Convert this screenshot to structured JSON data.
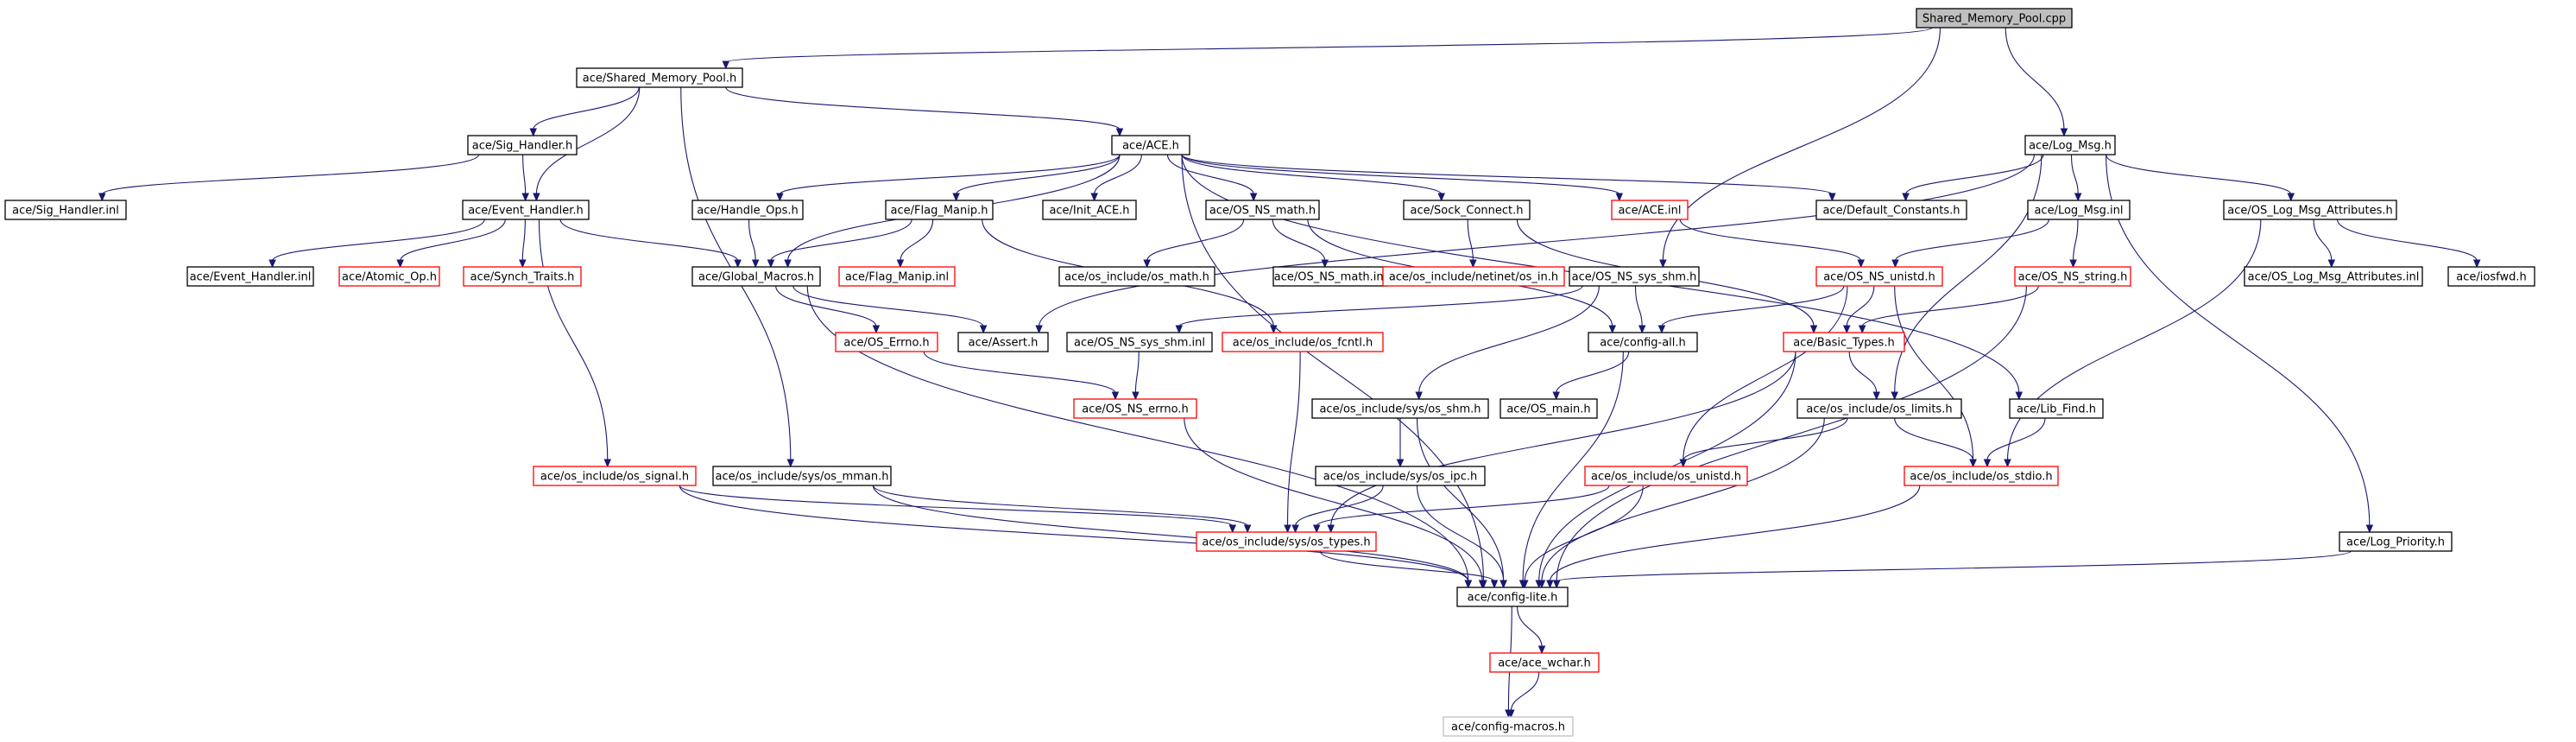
{
  "colors": {
    "edge": "#191970",
    "normal_border": "#000000",
    "incomplete_border": "#ff0000",
    "external_border": "#bfbfbf",
    "root_fill": "#bfbfbf",
    "text": "#000000",
    "background": "#ffffff"
  },
  "nodes": [
    {
      "id": "shared_memory_pool_cpp",
      "label": "Shared_Memory_Pool.cpp",
      "kind": "root"
    },
    {
      "id": "shared_memory_pool_h",
      "label": "ace/Shared_Memory_Pool.h",
      "kind": "normal"
    },
    {
      "id": "sig_handler_h",
      "label": "ace/Sig_Handler.h",
      "kind": "normal"
    },
    {
      "id": "ace_h",
      "label": "ace/ACE.h",
      "kind": "normal"
    },
    {
      "id": "log_msg_h",
      "label": "ace/Log_Msg.h",
      "kind": "normal"
    },
    {
      "id": "sig_handler_inl",
      "label": "ace/Sig_Handler.inl",
      "kind": "normal"
    },
    {
      "id": "event_handler_h",
      "label": "ace/Event_Handler.h",
      "kind": "normal"
    },
    {
      "id": "handle_ops_h",
      "label": "ace/Handle_Ops.h",
      "kind": "normal"
    },
    {
      "id": "flag_manip_h",
      "label": "ace/Flag_Manip.h",
      "kind": "normal"
    },
    {
      "id": "init_ace_h",
      "label": "ace/Init_ACE.h",
      "kind": "normal"
    },
    {
      "id": "os_ns_math_h",
      "label": "ace/OS_NS_math.h",
      "kind": "normal"
    },
    {
      "id": "sock_connect_h",
      "label": "ace/Sock_Connect.h",
      "kind": "normal"
    },
    {
      "id": "ace_inl",
      "label": "ace/ACE.inl",
      "kind": "incomplete"
    },
    {
      "id": "default_constants_h",
      "label": "ace/Default_Constants.h",
      "kind": "normal"
    },
    {
      "id": "log_msg_inl",
      "label": "ace/Log_Msg.inl",
      "kind": "normal"
    },
    {
      "id": "os_log_msg_attributes_h",
      "label": "ace/OS_Log_Msg_Attributes.h",
      "kind": "normal"
    },
    {
      "id": "event_handler_inl",
      "label": "ace/Event_Handler.inl",
      "kind": "normal"
    },
    {
      "id": "atomic_op_h",
      "label": "ace/Atomic_Op.h",
      "kind": "incomplete"
    },
    {
      "id": "synch_traits_h",
      "label": "ace/Synch_Traits.h",
      "kind": "incomplete"
    },
    {
      "id": "global_macros_h",
      "label": "ace/Global_Macros.h",
      "kind": "normal"
    },
    {
      "id": "flag_manip_inl",
      "label": "ace/Flag_Manip.inl",
      "kind": "incomplete"
    },
    {
      "id": "os_include_os_math_h",
      "label": "ace/os_include/os_math.h",
      "kind": "normal"
    },
    {
      "id": "os_ns_math_inl",
      "label": "ace/OS_NS_math.inl",
      "kind": "normal"
    },
    {
      "id": "os_include_netinet_os_in_h",
      "label": "ace/os_include/netinet/os_in.h",
      "kind": "incomplete"
    },
    {
      "id": "os_ns_sys_shm_h",
      "label": "ace/OS_NS_sys_shm.h",
      "kind": "normal"
    },
    {
      "id": "os_ns_unistd_h",
      "label": "ace/OS_NS_unistd.h",
      "kind": "incomplete"
    },
    {
      "id": "os_ns_string_h",
      "label": "ace/OS_NS_string.h",
      "kind": "incomplete"
    },
    {
      "id": "os_log_msg_attributes_inl",
      "label": "ace/OS_Log_Msg_Attributes.inl",
      "kind": "normal"
    },
    {
      "id": "iosfwd_h",
      "label": "ace/iosfwd.h",
      "kind": "normal"
    },
    {
      "id": "os_errno_h",
      "label": "ace/OS_Errno.h",
      "kind": "incomplete"
    },
    {
      "id": "assert_h",
      "label": "ace/Assert.h",
      "kind": "normal"
    },
    {
      "id": "os_ns_sys_shm_inl",
      "label": "ace/OS_NS_sys_shm.inl",
      "kind": "normal"
    },
    {
      "id": "os_include_os_fcntl_h",
      "label": "ace/os_include/os_fcntl.h",
      "kind": "incomplete"
    },
    {
      "id": "config_all_h",
      "label": "ace/config-all.h",
      "kind": "normal"
    },
    {
      "id": "basic_types_h",
      "label": "ace/Basic_Types.h",
      "kind": "incomplete"
    },
    {
      "id": "os_ns_errno_h",
      "label": "ace/OS_NS_errno.h",
      "kind": "incomplete"
    },
    {
      "id": "os_main_h",
      "label": "ace/OS_main.h",
      "kind": "normal"
    },
    {
      "id": "os_include_sys_os_shm_h",
      "label": "ace/os_include/sys/os_shm.h",
      "kind": "normal"
    },
    {
      "id": "os_include_os_limits_h",
      "label": "ace/os_include/os_limits.h",
      "kind": "normal"
    },
    {
      "id": "lib_find_h",
      "label": "ace/Lib_Find.h",
      "kind": "normal"
    },
    {
      "id": "os_include_os_signal_h",
      "label": "ace/os_include/os_signal.h",
      "kind": "incomplete"
    },
    {
      "id": "os_include_sys_os_mman_h",
      "label": "ace/os_include/sys/os_mman.h",
      "kind": "normal"
    },
    {
      "id": "os_include_sys_os_ipc_h",
      "label": "ace/os_include/sys/os_ipc.h",
      "kind": "normal"
    },
    {
      "id": "os_include_os_unistd_h",
      "label": "ace/os_include/os_unistd.h",
      "kind": "incomplete"
    },
    {
      "id": "os_include_os_stdio_h",
      "label": "ace/os_include/os_stdio.h",
      "kind": "incomplete"
    },
    {
      "id": "os_include_sys_os_types_h",
      "label": "ace/os_include/sys/os_types.h",
      "kind": "incomplete"
    },
    {
      "id": "log_priority_h",
      "label": "ace/Log_Priority.h",
      "kind": "normal"
    },
    {
      "id": "config_lite_h",
      "label": "ace/config-lite.h",
      "kind": "normal"
    },
    {
      "id": "ace_wchar_h",
      "label": "ace/ace_wchar.h",
      "kind": "incomplete"
    },
    {
      "id": "config_macros_h",
      "label": "ace/config-macros.h",
      "kind": "external"
    }
  ],
  "edges": [
    [
      "shared_memory_pool_cpp",
      "shared_memory_pool_h"
    ],
    [
      "shared_memory_pool_cpp",
      "log_msg_h"
    ],
    [
      "shared_memory_pool_cpp",
      "os_ns_sys_shm_h"
    ],
    [
      "shared_memory_pool_h",
      "sig_handler_h"
    ],
    [
      "shared_memory_pool_h",
      "ace_h"
    ],
    [
      "shared_memory_pool_h",
      "event_handler_h"
    ],
    [
      "shared_memory_pool_h",
      "os_include_sys_os_mman_h"
    ],
    [
      "sig_handler_h",
      "sig_handler_inl"
    ],
    [
      "sig_handler_h",
      "event_handler_h"
    ],
    [
      "event_handler_h",
      "event_handler_inl"
    ],
    [
      "event_handler_h",
      "atomic_op_h"
    ],
    [
      "event_handler_h",
      "synch_traits_h"
    ],
    [
      "event_handler_h",
      "global_macros_h"
    ],
    [
      "event_handler_h",
      "os_include_os_signal_h"
    ],
    [
      "ace_h",
      "handle_ops_h"
    ],
    [
      "ace_h",
      "flag_manip_h"
    ],
    [
      "ace_h",
      "init_ace_h"
    ],
    [
      "ace_h",
      "os_ns_math_h"
    ],
    [
      "ace_h",
      "sock_connect_h"
    ],
    [
      "ace_h",
      "ace_inl"
    ],
    [
      "ace_h",
      "default_constants_h"
    ],
    [
      "ace_h",
      "global_macros_h"
    ],
    [
      "ace_h",
      "lib_find_h"
    ],
    [
      "ace_h",
      "config_lite_h"
    ],
    [
      "handle_ops_h",
      "global_macros_h"
    ],
    [
      "flag_manip_h",
      "global_macros_h"
    ],
    [
      "flag_manip_h",
      "flag_manip_inl"
    ],
    [
      "flag_manip_h",
      "os_include_os_fcntl_h"
    ],
    [
      "os_ns_math_h",
      "os_include_os_math_h"
    ],
    [
      "os_ns_math_h",
      "os_ns_math_inl"
    ],
    [
      "os_ns_math_h",
      "config_all_h"
    ],
    [
      "sock_connect_h",
      "os_include_netinet_os_in_h"
    ],
    [
      "sock_connect_h",
      "basic_types_h"
    ],
    [
      "ace_inl",
      "os_ns_unistd_h"
    ],
    [
      "log_msg_h",
      "default_constants_h"
    ],
    [
      "log_msg_h",
      "log_msg_inl"
    ],
    [
      "log_msg_h",
      "os_log_msg_attributes_h"
    ],
    [
      "log_msg_h",
      "log_priority_h"
    ],
    [
      "log_msg_h",
      "assert_h"
    ],
    [
      "log_msg_h",
      "os_include_os_limits_h"
    ],
    [
      "log_msg_inl",
      "os_ns_unistd_h"
    ],
    [
      "log_msg_inl",
      "os_ns_string_h"
    ],
    [
      "os_log_msg_attributes_h",
      "os_log_msg_attributes_inl"
    ],
    [
      "os_log_msg_attributes_h",
      "iosfwd_h"
    ],
    [
      "os_log_msg_attributes_h",
      "os_include_os_stdio_h"
    ],
    [
      "global_macros_h",
      "os_errno_h"
    ],
    [
      "global_macros_h",
      "assert_h"
    ],
    [
      "global_macros_h",
      "config_lite_h"
    ],
    [
      "os_errno_h",
      "os_ns_errno_h"
    ],
    [
      "os_ns_sys_shm_h",
      "os_ns_sys_shm_inl"
    ],
    [
      "os_ns_sys_shm_h",
      "config_all_h"
    ],
    [
      "os_ns_sys_shm_h",
      "os_include_sys_os_shm_h"
    ],
    [
      "os_ns_sys_shm_inl",
      "os_ns_errno_h"
    ],
    [
      "os_ns_unistd_h",
      "config_all_h"
    ],
    [
      "os_ns_unistd_h",
      "basic_types_h"
    ],
    [
      "os_ns_unistd_h",
      "os_include_os_unistd_h"
    ],
    [
      "os_ns_unistd_h",
      "os_include_os_stdio_h"
    ],
    [
      "os_ns_string_h",
      "basic_types_h"
    ],
    [
      "os_ns_string_h",
      "config_lite_h"
    ],
    [
      "config_all_h",
      "os_main_h"
    ],
    [
      "config_all_h",
      "config_lite_h"
    ],
    [
      "basic_types_h",
      "os_include_os_limits_h"
    ],
    [
      "basic_types_h",
      "os_include_sys_os_types_h"
    ],
    [
      "basic_types_h",
      "config_lite_h"
    ],
    [
      "os_ns_errno_h",
      "config_lite_h"
    ],
    [
      "os_include_os_fcntl_h",
      "os_include_sys_os_types_h"
    ],
    [
      "os_include_sys_os_shm_h",
      "os_include_sys_os_ipc_h"
    ],
    [
      "os_include_sys_os_shm_h",
      "config_lite_h"
    ],
    [
      "os_include_sys_os_ipc_h",
      "os_include_sys_os_types_h"
    ],
    [
      "os_include_sys_os_ipc_h",
      "config_lite_h"
    ],
    [
      "os_include_os_limits_h",
      "os_include_os_unistd_h"
    ],
    [
      "os_include_os_limits_h",
      "os_include_os_stdio_h"
    ],
    [
      "os_include_os_limits_h",
      "config_lite_h"
    ],
    [
      "lib_find_h",
      "os_include_os_stdio_h"
    ],
    [
      "os_include_os_signal_h",
      "os_include_sys_os_types_h"
    ],
    [
      "os_include_os_signal_h",
      "config_lite_h"
    ],
    [
      "os_include_sys_os_mman_h",
      "os_include_sys_os_types_h"
    ],
    [
      "os_include_sys_os_mman_h",
      "config_lite_h"
    ],
    [
      "os_include_os_unistd_h",
      "os_include_sys_os_types_h"
    ],
    [
      "os_include_os_unistd_h",
      "config_lite_h"
    ],
    [
      "os_include_os_stdio_h",
      "config_lite_h"
    ],
    [
      "os_include_sys_os_types_h",
      "config_lite_h"
    ],
    [
      "log_priority_h",
      "config_lite_h"
    ],
    [
      "config_lite_h",
      "ace_wchar_h"
    ],
    [
      "config_lite_h",
      "config_macros_h"
    ],
    [
      "ace_wchar_h",
      "config_macros_h"
    ]
  ]
}
